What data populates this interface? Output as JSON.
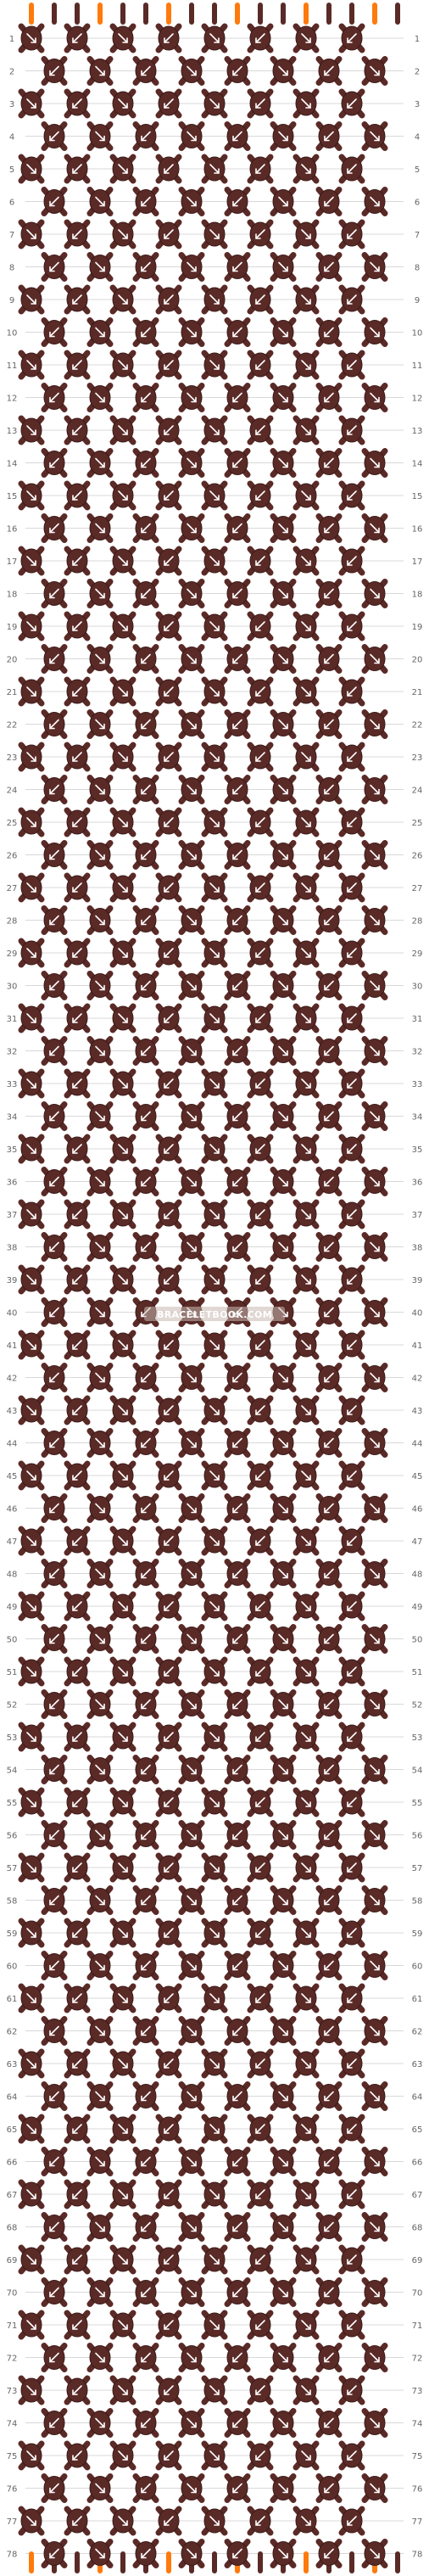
{
  "watermark": "BRACELETBOOK.COM",
  "row_count": 78,
  "knots_per_row": 8,
  "strands": 18,
  "colors": {
    "brown": "#5a2a27",
    "red_orange": "#ff3b1a",
    "orange": "#ff7a0c",
    "yellow": "#ffbc0a",
    "background": "#ffffff",
    "guide_line": "#d8d8d8",
    "row_number": "#666666"
  },
  "knot_palette": [
    "#5a2a27",
    "#ff7a0c",
    "#5a2a27",
    "#ffbc0a",
    "#5a2a27",
    "#ff3b1a",
    "#5a2a27",
    "#ffbc0a"
  ],
  "arrow_icon": "diagonal-arrow-icon"
}
